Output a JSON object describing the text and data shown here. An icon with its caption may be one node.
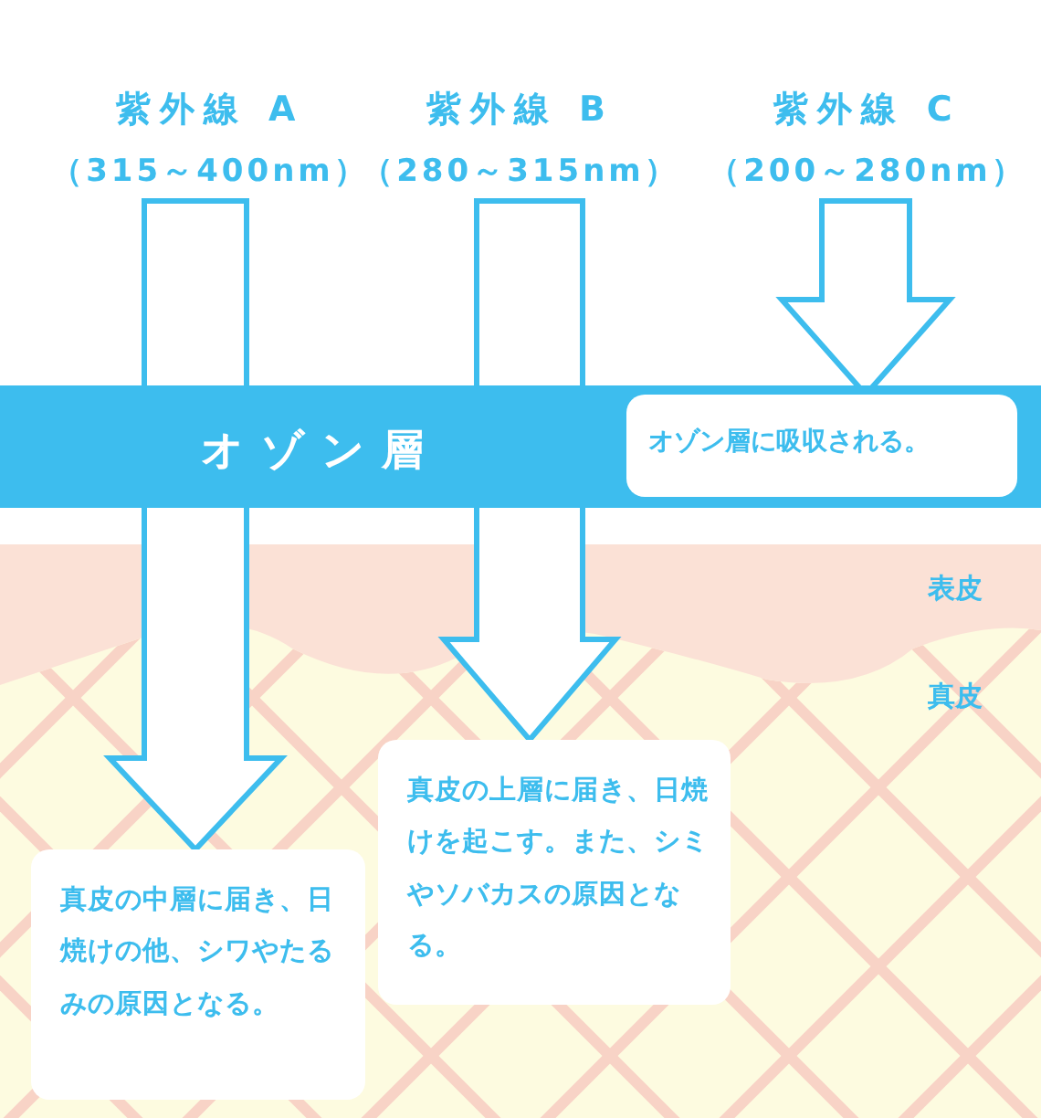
{
  "diagram": {
    "nodes": [
      {
        "text": [
          "紫外線 A",
          "（315～400nm）"
        ]
      },
      {
        "text": [
          "紫外線 B",
          "（280～315nm）"
        ]
      },
      {
        "text": [
          "紫外線 C",
          "（200～280nm）"
        ]
      },
      {
        "text": [
          "オゾン層"
        ]
      },
      {
        "text": [
          "オゾン層に吸収される。"
        ],
        "in": 3
      },
      {
        "text": [
          "真皮の中層に届き、日焼けの他、シワやたるみの原因となる。"
        ]
      },
      {
        "text": [
          "真皮の上層に届き、日焼けを起こす。また、シミやソバカスの原因となる。"
        ]
      }
    ],
    "edges": [
      {
        "from": 0,
        "to": 5,
        "arrow": "to"
      },
      {
        "from": 1,
        "to": 6,
        "arrow": "to"
      },
      {
        "from": 2,
        "to": 4,
        "arrow": "to"
      }
    ],
    "labels": [
      "表皮",
      "真皮"
    ]
  }
}
